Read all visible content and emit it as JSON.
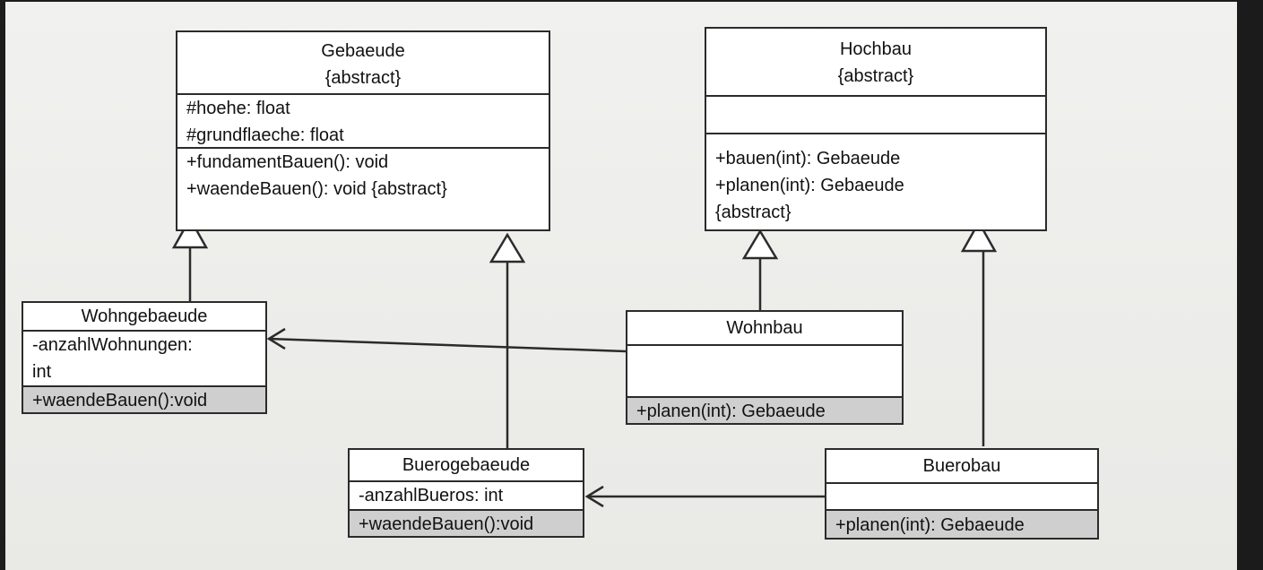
{
  "classes": {
    "gebaeude": {
      "name": "Gebaeude",
      "stereotype": "{abstract}",
      "attributes": [
        "#hoehe: float",
        "#grundflaeche: float"
      ],
      "operations": [
        "+fundamentBauen(): void",
        "+waendeBauen(): void {abstract}"
      ]
    },
    "hochbau": {
      "name": "Hochbau",
      "stereotype": "{abstract}",
      "attributes": [],
      "operations": [
        "+bauen(int): Gebaeude",
        "+planen(int): Gebaeude",
        "{abstract}"
      ]
    },
    "wohngebaeude": {
      "name": "Wohngebaeude",
      "attributes": [
        "-anzahlWohnungen:",
        "int"
      ],
      "operations": [
        "+waendeBauen():void"
      ]
    },
    "wohnbau": {
      "name": "Wohnbau",
      "attributes": [],
      "operations": [
        "+planen(int): Gebaeude"
      ]
    },
    "buerogebaeude": {
      "name": "Buerogebaeude",
      "attributes": [
        "-anzahlBueros: int"
      ],
      "operations": [
        "+waendeBauen():void"
      ]
    },
    "buerobau": {
      "name": "Buerobau",
      "attributes": [],
      "operations": [
        "+planen(int): Gebaeude"
      ]
    }
  },
  "relations": [
    {
      "type": "generalization",
      "from": "Wohngebaeude",
      "to": "Gebaeude"
    },
    {
      "type": "generalization",
      "from": "Buerogebaeude",
      "to": "Gebaeude"
    },
    {
      "type": "generalization",
      "from": "Wohnbau",
      "to": "Hochbau"
    },
    {
      "type": "generalization",
      "from": "Buerobau",
      "to": "Hochbau"
    },
    {
      "type": "dependency",
      "from": "Wohnbau",
      "to": "Wohngebaeude"
    },
    {
      "type": "dependency",
      "from": "Buerobau",
      "to": "Buerogebaeude"
    }
  ],
  "colors": {
    "line": "#2b2b2b",
    "box_fill": "#ffffff",
    "shaded_section": "#cfcfcf",
    "paper": "#efefec",
    "background": "#1b1b1b"
  }
}
